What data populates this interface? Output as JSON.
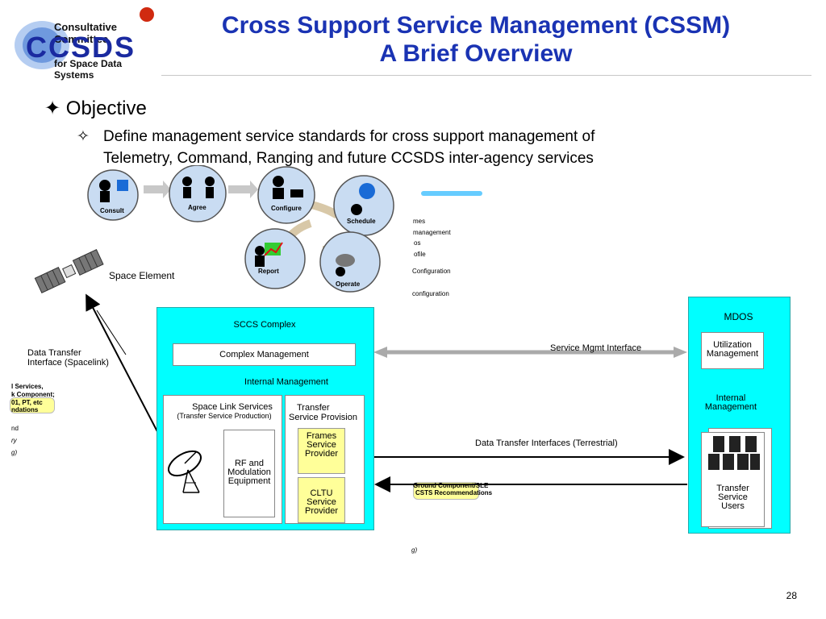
{
  "logo": {
    "line1": "Consultative Committee",
    "line2": "CCSDS",
    "line3": "for Space Data Systems"
  },
  "title": {
    "line1": "Cross Support Service Management (CSSM)",
    "line2": "A Brief Overview"
  },
  "bullets": {
    "level1": "Objective",
    "level2_line1": "Define management service standards  for cross support management of",
    "level2_line2": "Telemetry, Command, Ranging and future CCSDS inter-agency services"
  },
  "cycle": {
    "consult": "Consult",
    "agree": "Agree",
    "configure": "Configure",
    "schedule": "Schedule",
    "report": "Report",
    "operate": "Operate"
  },
  "background_fragments": {
    "f1": "mes",
    "f2": "management",
    "f3": "os",
    "f4": "ofile",
    "f5": "Configuration",
    "f6": "configuration",
    "f7": "l Services,",
    "f8": "k Component;",
    "f9": "01, PT, etc",
    "f10": "ndations",
    "f11": "nd",
    "f12": "ry",
    "f13": "g)",
    "f14": "Ground Component/SLE",
    "f15": "CSTS Recommendations",
    "f16": "g)"
  },
  "diagram": {
    "space_element": "Space Element",
    "data_transfer_spacelink_1": "Data Transfer",
    "data_transfer_spacelink_2": "Interface (Spacelink)",
    "sccs_complex": "SCCS Complex",
    "complex_management": "Complex Management",
    "internal_management": "Internal Management",
    "space_link_services": "Space Link Services",
    "transfer_service_production": "(Transfer Service Production)",
    "transfer_service_provision_1": "Transfer",
    "transfer_service_provision_2": "Service Provision",
    "rf_1": "RF and",
    "rf_2": "Modulation",
    "rf_3": "Equipment",
    "frames_1": "Frames",
    "frames_2": "Service",
    "frames_3": "Provider",
    "cltu_1": "CLTU",
    "cltu_2": "Service",
    "cltu_3": "Provider",
    "service_mgmt_interface": "Service Mgmt Interface",
    "data_transfer_terrestrial": "Data Transfer Interfaces (Terrestrial)",
    "mdos": "MDOS",
    "utilization_1": "Utilization",
    "utilization_2": "Management",
    "mdos_internal_1": "Internal",
    "mdos_internal_2": "Management",
    "tsu_1": "Transfer",
    "tsu_2": "Service",
    "tsu_3": "Users"
  },
  "page_number": "28",
  "colors": {
    "title": "#1a33b3",
    "cyan": "#00ffff",
    "yellow": "#ffff99"
  }
}
